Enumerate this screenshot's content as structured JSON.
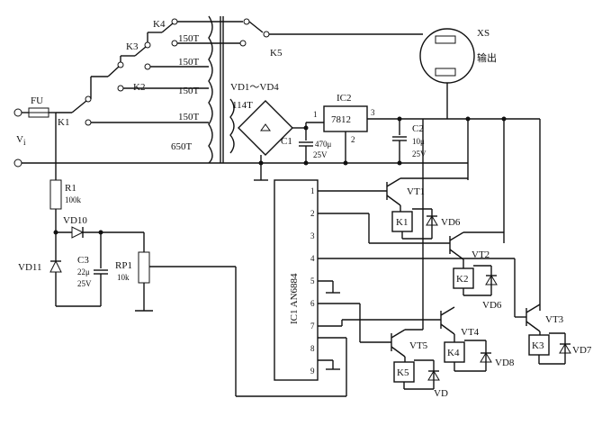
{
  "labels": {
    "fu": "FU",
    "vin": "V",
    "vin_sub": "i",
    "k1": "K1",
    "k2": "K2",
    "k3": "K3",
    "k4": "K4",
    "k5": "K5",
    "taps": [
      "150T",
      "150T",
      "150T",
      "150T",
      "650T"
    ],
    "secondary": "114T",
    "bridge": "VD1～VD4",
    "xs": "XS",
    "output": "输出",
    "ic2": "IC2",
    "ic2_part": "7812",
    "ic2_pin1": "1",
    "ic2_pin2": "2",
    "ic2_pin3": "3",
    "c1": "C1",
    "c1_val": "470μ",
    "c1_v": "25V",
    "c2": "C2",
    "c2_val": "10μ",
    "c2_v": "25V",
    "r1": "R1",
    "r1_val": "100k",
    "vd10": "VD10",
    "vd11": "VD11",
    "c3": "C3",
    "c3_val": "22μ",
    "c3_v": "25V",
    "rp1": "RP1",
    "rp1_val": "10k",
    "ic1": "IC1 AN6884",
    "ic1_pins": [
      "1",
      "2",
      "3",
      "4",
      "5",
      "6",
      "7",
      "8",
      "9"
    ],
    "vt1": "VT1",
    "vt2": "VT2",
    "vt3": "VT3",
    "vt4": "VT4",
    "vt5": "VT5",
    "relay_k1": "K1",
    "relay_k2": "K2",
    "relay_k3": "K3",
    "relay_k4": "K4",
    "relay_k5": "K5",
    "vd6a": "VD6",
    "vd6b": "VD6",
    "vd7": "VD7",
    "vd8": "VD8",
    "vd9": "VD"
  }
}
